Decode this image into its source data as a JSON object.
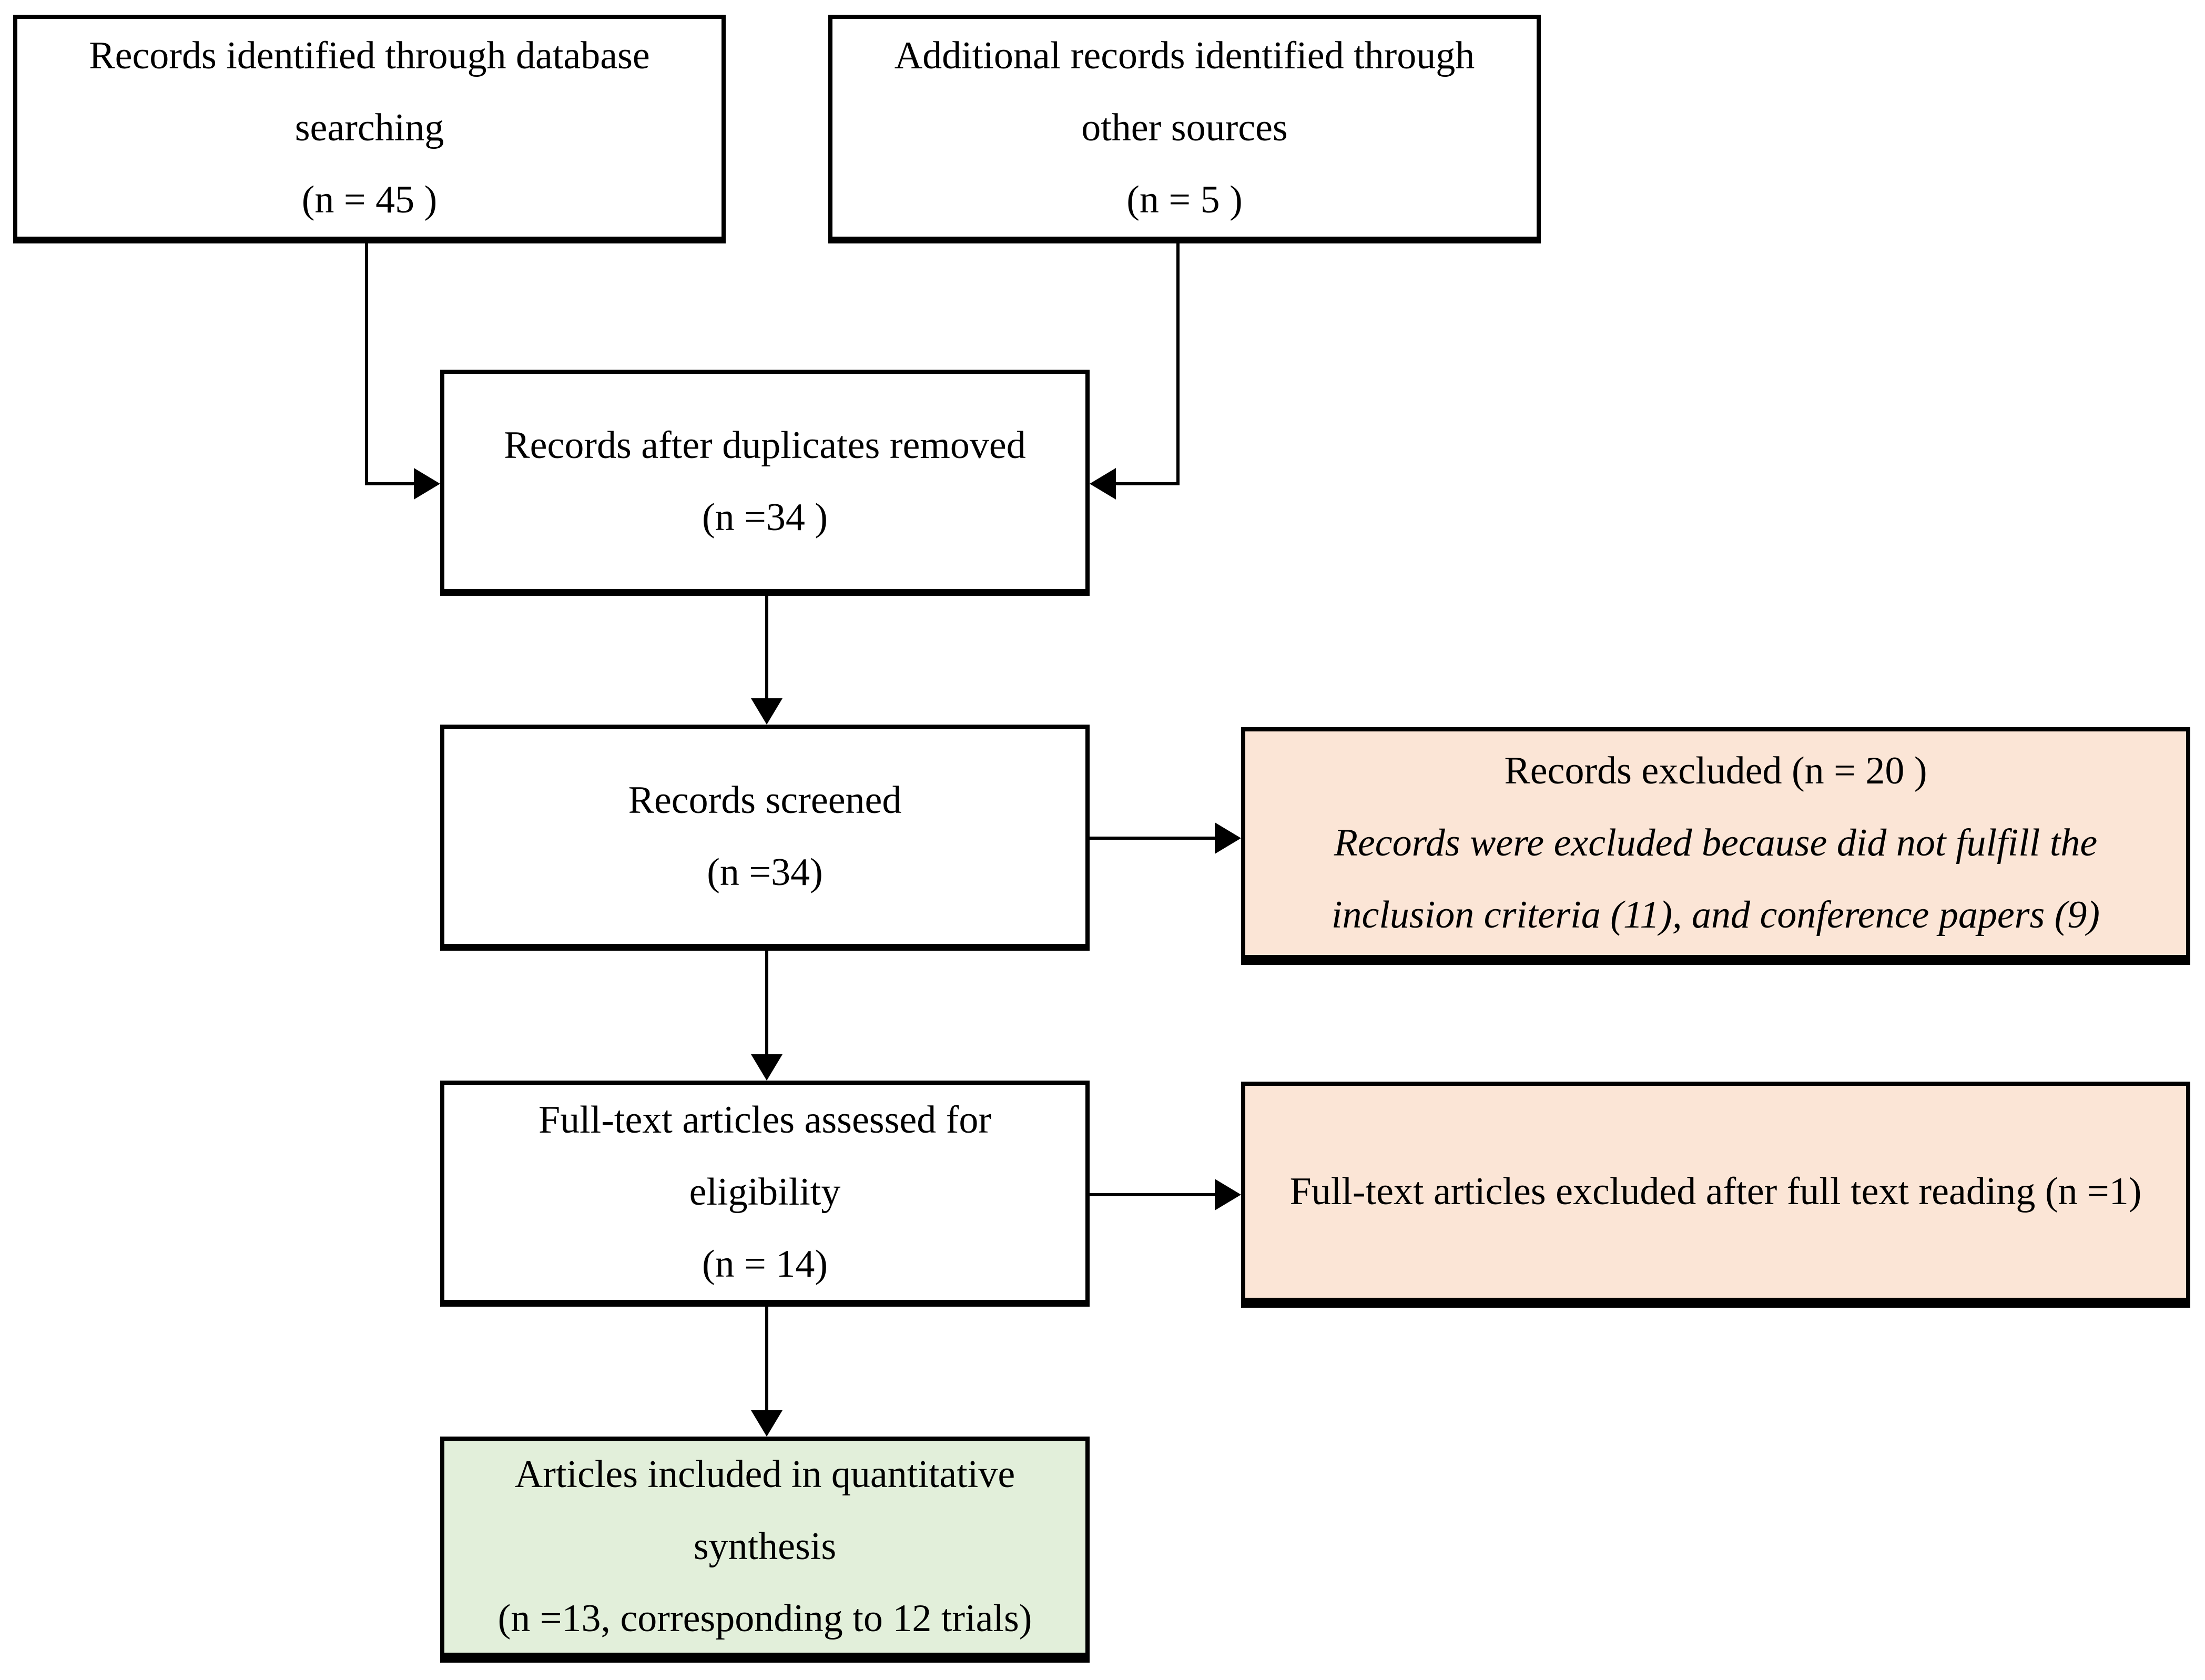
{
  "diagram": {
    "type": "prisma-flow-diagram",
    "boxes": {
      "identified": {
        "lines": [
          "Records identified through database",
          "searching",
          "(n = 45 )"
        ]
      },
      "additional": {
        "lines": [
          "Additional records identified through",
          "other sources",
          "(n = 5 )"
        ]
      },
      "duplicates_removed": {
        "lines": [
          "Records after duplicates removed",
          "(n =34 )"
        ]
      },
      "screened": {
        "lines": [
          "Records screened",
          "(n =34)"
        ]
      },
      "records_excluded": {
        "title": "Records excluded (n = 20 )",
        "reason_lines": [
          "Records were excluded because did not fulfill the",
          "inclusion criteria (11), and conference papers (9)"
        ]
      },
      "fulltext_assessed": {
        "lines": [
          "Full-text articles assessed for",
          "eligibility",
          "(n = 14)"
        ]
      },
      "fulltext_excluded": {
        "line": "Full-text articles excluded after full text reading (n =1)"
      },
      "included": {
        "lines": [
          "Articles included in quantitative",
          "synthesis",
          "(n =13, corresponding to 12 trials)"
        ]
      }
    },
    "colors": {
      "border": "#000000",
      "arrow": "#000000",
      "plain_box_bg": "#ffffff",
      "excluded_box_bg": "#fbe5d6",
      "included_box_bg": "#e2efda"
    }
  }
}
